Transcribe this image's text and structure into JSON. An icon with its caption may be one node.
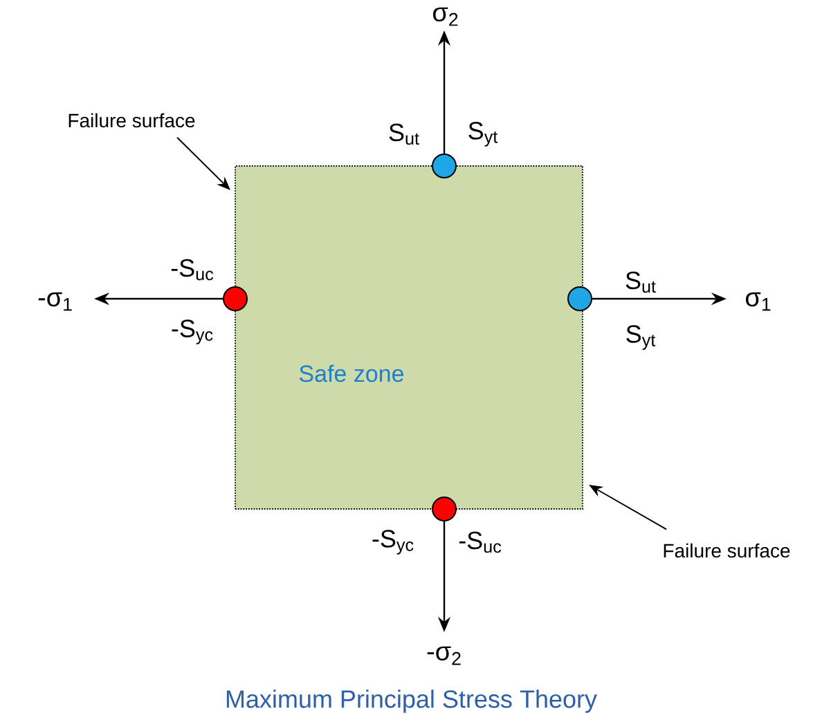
{
  "diagram": {
    "caption": "Maximum Principal Stress Theory",
    "nodes": [
      {
        "text": [
          "Failure surface"
        ]
      },
      {
        "text": [],
        "shape": "circle",
        "beside": [
          "S$_{ut}$",
          "S$_{yt}$"
        ]
      },
      {
        "text": [
          "Safe zone"
        ]
      },
      {
        "text": [],
        "shape": "circle",
        "beside": [
          "-S$_{uc}$",
          "-S$_{yc}$"
        ]
      },
      {
        "text": [],
        "shape": "circle",
        "beside": [
          "S$_{ut}$",
          "S$_{yt}$"
        ]
      },
      {
        "text": [],
        "shape": "circle",
        "beside": [
          "-S$_{yc}$",
          "-S$_{uc}$"
        ]
      },
      {
        "text": [
          "Failure surface"
        ]
      }
    ],
    "edges": [
      {
        "from": 0,
        "to": 2,
        "arrow": "to"
      },
      {
        "from": 6,
        "to": 2,
        "arrow": "to"
      }
    ],
    "labels": [
      "σ$_{2}$",
      "-σ$_{1}$",
      "σ$_{1}$",
      "-σ$_{2}$"
    ]
  }
}
